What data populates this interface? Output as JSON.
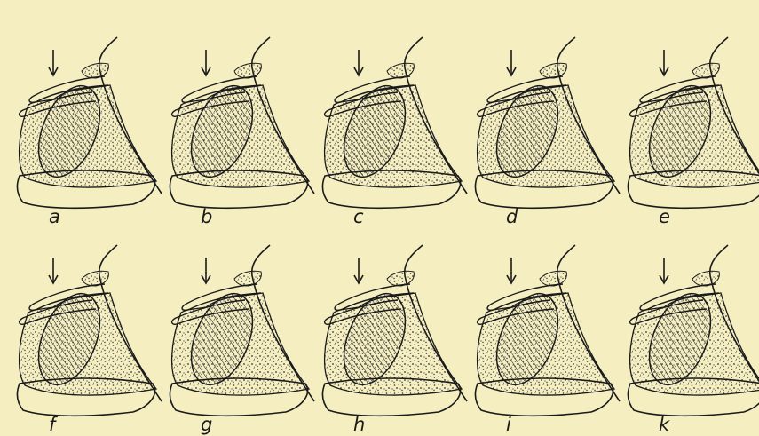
{
  "figure": {
    "panels": [
      {
        "letter": "a"
      },
      {
        "letter": "b"
      },
      {
        "letter": "c"
      },
      {
        "letter": "d"
      },
      {
        "letter": "e"
      },
      {
        "letter": "f"
      },
      {
        "letter": "g"
      },
      {
        "letter": "h"
      },
      {
        "letter": "i"
      },
      {
        "letter": "k"
      }
    ],
    "colors": {
      "background": "#f4eec1",
      "ink": "#1a1a1a"
    }
  }
}
